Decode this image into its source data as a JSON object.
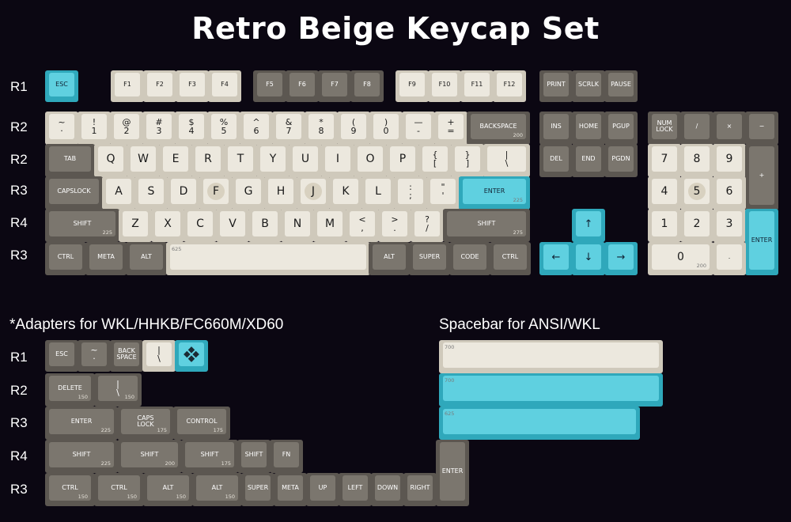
{
  "title": "Retro Beige Keycap Set",
  "adapters_label": "*Adapters for WKL/HHKB/FC660M/XD60",
  "spacebar_label": "Spacebar for ANSI/WKL",
  "row_labels": {
    "main": [
      "R1",
      "R2",
      "R2",
      "R3",
      "R4",
      "R3"
    ],
    "adapters": [
      "R1",
      "R2",
      "R3",
      "R4",
      "R3"
    ]
  },
  "keys": [
    {
      "legend": "ESC",
      "color": "teal"
    },
    {
      "legend": "F1",
      "color": "beige"
    },
    {
      "legend": "F2",
      "color": "beige"
    },
    {
      "legend": "F3",
      "color": "beige"
    },
    {
      "legend": "F4",
      "color": "beige"
    },
    {
      "legend": "F5",
      "color": "gray"
    },
    {
      "legend": "F6",
      "color": "gray"
    },
    {
      "legend": "F7",
      "color": "gray"
    },
    {
      "legend": "F8",
      "color": "gray"
    },
    {
      "legend": "F9",
      "color": "beige"
    },
    {
      "legend": "F10",
      "color": "beige"
    },
    {
      "legend": "F11",
      "color": "beige"
    },
    {
      "legend": "F12",
      "color": "beige"
    },
    {
      "legend": "PRINT",
      "color": "gray"
    },
    {
      "legend": "SCRLK",
      "color": "gray"
    },
    {
      "legend": "PAUSE",
      "color": "gray"
    },
    {
      "legend": "~\n·",
      "color": "beige"
    },
    {
      "legend": "!\n1",
      "color": "beige"
    },
    {
      "legend": "@\n2",
      "color": "beige"
    },
    {
      "legend": "#\n3",
      "color": "beige"
    },
    {
      "legend": "$\n4",
      "color": "beige"
    },
    {
      "legend": "%\n5",
      "color": "beige"
    },
    {
      "legend": "^\n6",
      "color": "beige"
    },
    {
      "legend": "&\n7",
      "color": "beige"
    },
    {
      "legend": "*\n8",
      "color": "beige"
    },
    {
      "legend": "(\n9",
      "color": "beige"
    },
    {
      "legend": ")\n0",
      "color": "beige"
    },
    {
      "legend": "—\n-",
      "color": "beige"
    },
    {
      "legend": "+\n=",
      "color": "beige"
    },
    {
      "legend": "BACKSPACE",
      "color": "gray",
      "size": "200"
    },
    {
      "legend": "TAB",
      "color": "gray"
    },
    {
      "legend": "Q",
      "color": "beige"
    },
    {
      "legend": "W",
      "color": "beige"
    },
    {
      "legend": "E",
      "color": "beige"
    },
    {
      "legend": "R",
      "color": "beige"
    },
    {
      "legend": "T",
      "color": "beige"
    },
    {
      "legend": "Y",
      "color": "beige"
    },
    {
      "legend": "U",
      "color": "beige"
    },
    {
      "legend": "I",
      "color": "beige"
    },
    {
      "legend": "O",
      "color": "beige"
    },
    {
      "legend": "P",
      "color": "beige"
    },
    {
      "legend": "{\n[",
      "color": "beige"
    },
    {
      "legend": "}\n]",
      "color": "beige"
    },
    {
      "legend": "|\n\\",
      "color": "beige"
    },
    {
      "legend": "CAPSLOCK",
      "color": "gray"
    },
    {
      "legend": "A",
      "color": "beige"
    },
    {
      "legend": "S",
      "color": "beige"
    },
    {
      "legend": "D",
      "color": "beige"
    },
    {
      "legend": "F",
      "color": "beige",
      "homing": true
    },
    {
      "legend": "G",
      "color": "beige"
    },
    {
      "legend": "H",
      "color": "beige"
    },
    {
      "legend": "J",
      "color": "beige",
      "homing": true
    },
    {
      "legend": "K",
      "color": "beige"
    },
    {
      "legend": "L",
      "color": "beige"
    },
    {
      "legend": ":\n;",
      "color": "beige"
    },
    {
      "legend": "\"\n'",
      "color": "beige"
    },
    {
      "legend": "ENTER",
      "color": "teal",
      "size": "225"
    },
    {
      "legend": "SHIFT",
      "color": "gray",
      "size": "225"
    },
    {
      "legend": "Z",
      "color": "beige"
    },
    {
      "legend": "X",
      "color": "beige"
    },
    {
      "legend": "C",
      "color": "beige"
    },
    {
      "legend": "V",
      "color": "beige"
    },
    {
      "legend": "B",
      "color": "beige"
    },
    {
      "legend": "N",
      "color": "beige"
    },
    {
      "legend": "M",
      "color": "beige"
    },
    {
      "legend": "<\n,",
      "color": "beige"
    },
    {
      "legend": ">\n.",
      "color": "beige"
    },
    {
      "legend": "?\n/",
      "color": "beige"
    },
    {
      "legend": "SHIFT",
      "color": "gray",
      "size": "275"
    },
    {
      "legend": "CTRL",
      "color": "gray"
    },
    {
      "legend": "META",
      "color": "gray"
    },
    {
      "legend": "ALT",
      "color": "gray"
    },
    {
      "legend": "",
      "color": "beige",
      "size": "625"
    },
    {
      "legend": "ALT",
      "color": "gray"
    },
    {
      "legend": "SUPER",
      "color": "gray"
    },
    {
      "legend": "CODE",
      "color": "gray"
    },
    {
      "legend": "CTRL",
      "color": "gray"
    },
    {
      "legend": "INS",
      "color": "gray"
    },
    {
      "legend": "HOME",
      "color": "gray"
    },
    {
      "legend": "PGUP",
      "color": "gray"
    },
    {
      "legend": "DEL",
      "color": "gray"
    },
    {
      "legend": "END",
      "color": "gray"
    },
    {
      "legend": "PGDN",
      "color": "gray"
    },
    {
      "legend": "↑",
      "color": "teal"
    },
    {
      "legend": "←",
      "color": "teal"
    },
    {
      "legend": "↓",
      "color": "teal"
    },
    {
      "legend": "→",
      "color": "teal"
    },
    {
      "legend": "NUM\nLOCK",
      "color": "gray"
    },
    {
      "legend": "/",
      "color": "gray"
    },
    {
      "legend": "×",
      "color": "gray"
    },
    {
      "legend": "−",
      "color": "gray"
    },
    {
      "legend": "7",
      "color": "beige"
    },
    {
      "legend": "8",
      "color": "beige"
    },
    {
      "legend": "9",
      "color": "beige"
    },
    {
      "legend": "+",
      "color": "gray"
    },
    {
      "legend": "4",
      "color": "beige"
    },
    {
      "legend": "5",
      "color": "beige",
      "homing": true
    },
    {
      "legend": "6",
      "color": "beige"
    },
    {
      "legend": "1",
      "color": "beige"
    },
    {
      "legend": "2",
      "color": "beige"
    },
    {
      "legend": "3",
      "color": "beige"
    },
    {
      "legend": "ENTER",
      "color": "teal"
    },
    {
      "legend": "0",
      "color": "beige",
      "size": "200"
    },
    {
      "legend": ".",
      "color": "beige"
    },
    {
      "legend": "ESC",
      "color": "gray"
    },
    {
      "legend": "~\n·",
      "color": "gray"
    },
    {
      "legend": "BACK\nSPACE",
      "color": "gray"
    },
    {
      "legend": "|\n\\",
      "color": "beige"
    },
    {
      "legend": "",
      "color": "teal",
      "icon": "diamond-logo"
    },
    {
      "legend": "DELETE",
      "color": "gray",
      "size": "150"
    },
    {
      "legend": "|\n\\",
      "color": "gray",
      "size": "150"
    },
    {
      "legend": "ENTER",
      "color": "gray",
      "size": "225"
    },
    {
      "legend": "CAPS\nLOCK",
      "color": "gray",
      "size": "175"
    },
    {
      "legend": "CONTROL",
      "color": "gray",
      "size": "175"
    },
    {
      "legend": "SHIFT",
      "color": "gray",
      "size": "225"
    },
    {
      "legend": "SHIFT",
      "color": "gray",
      "size": "200"
    },
    {
      "legend": "SHIFT",
      "color": "gray",
      "size": "175"
    },
    {
      "legend": "SHIFT",
      "color": "gray"
    },
    {
      "legend": "FN",
      "color": "gray"
    },
    {
      "legend": "ENTER",
      "color": "gray"
    },
    {
      "legend": "CTRL",
      "color": "gray",
      "size": "150"
    },
    {
      "legend": "CTRL",
      "color": "gray",
      "size": "150"
    },
    {
      "legend": "ALT",
      "color": "gray",
      "size": "150"
    },
    {
      "legend": "ALT",
      "color": "gray",
      "size": "150"
    },
    {
      "legend": "SUPER",
      "color": "gray"
    },
    {
      "legend": "META",
      "color": "gray"
    },
    {
      "legend": "UP",
      "color": "gray"
    },
    {
      "legend": "LEFT",
      "color": "gray"
    },
    {
      "legend": "DOWN",
      "color": "gray"
    },
    {
      "legend": "RIGHT",
      "color": "gray"
    },
    {
      "legend": "",
      "color": "beige",
      "size": "700"
    },
    {
      "legend": "",
      "color": "teal",
      "size": "700"
    },
    {
      "legend": "",
      "color": "teal",
      "size": "625"
    }
  ]
}
